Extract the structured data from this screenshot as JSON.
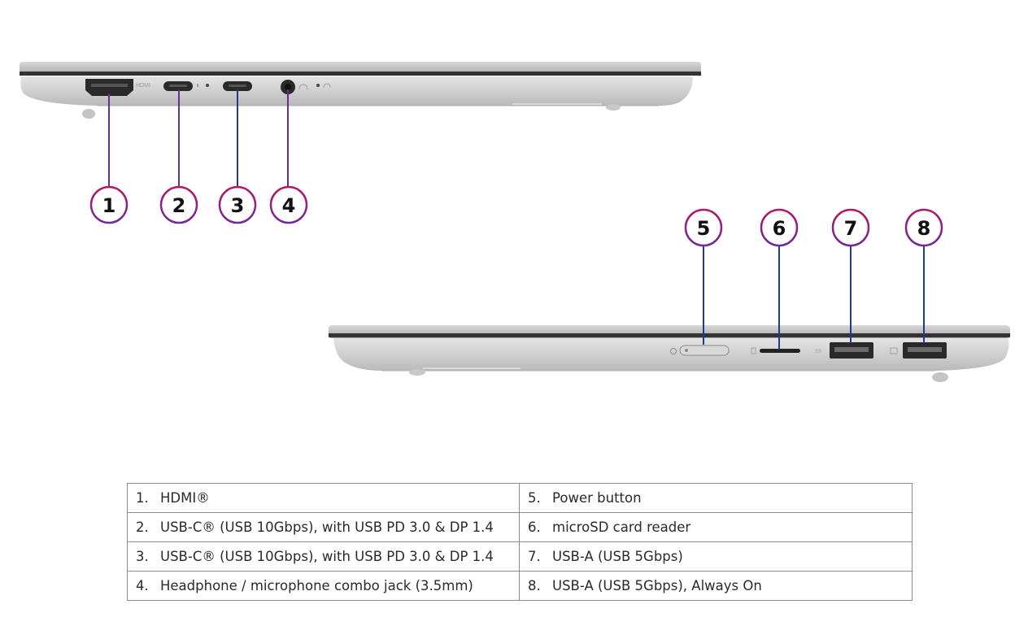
{
  "port_labels": {
    "hdmi": "HDMI"
  },
  "callouts": [
    "1",
    "2",
    "3",
    "4",
    "5",
    "6",
    "7",
    "8"
  ],
  "colors": {
    "callout_ring_top": "#b5175e",
    "callout_ring_bottom": "#6f2a9a",
    "leader_line_top": "#6a2c8e",
    "leader_line_bottom": "#1f3c8a",
    "chassis": "#c9c9c9",
    "chassis_dark": "#333333",
    "table_border": "#8d8d8d"
  },
  "ports_table": {
    "left_column": [
      {
        "num": "1.",
        "text": "HDMI®"
      },
      {
        "num": "2.",
        "text": "USB-C® (USB 10Gbps), with USB PD 3.0 & DP 1.4"
      },
      {
        "num": "3.",
        "text": "USB-C® (USB 10Gbps), with USB PD 3.0 & DP 1.4"
      },
      {
        "num": "4.",
        "text": "Headphone / microphone combo jack (3.5mm)"
      }
    ],
    "right_column": [
      {
        "num": "5.",
        "text": "Power button"
      },
      {
        "num": "6.",
        "text": "microSD card reader"
      },
      {
        "num": "7.",
        "text": "USB-A (USB 5Gbps)"
      },
      {
        "num": "8.",
        "text": "USB-A (USB 5Gbps), Always On"
      }
    ]
  }
}
